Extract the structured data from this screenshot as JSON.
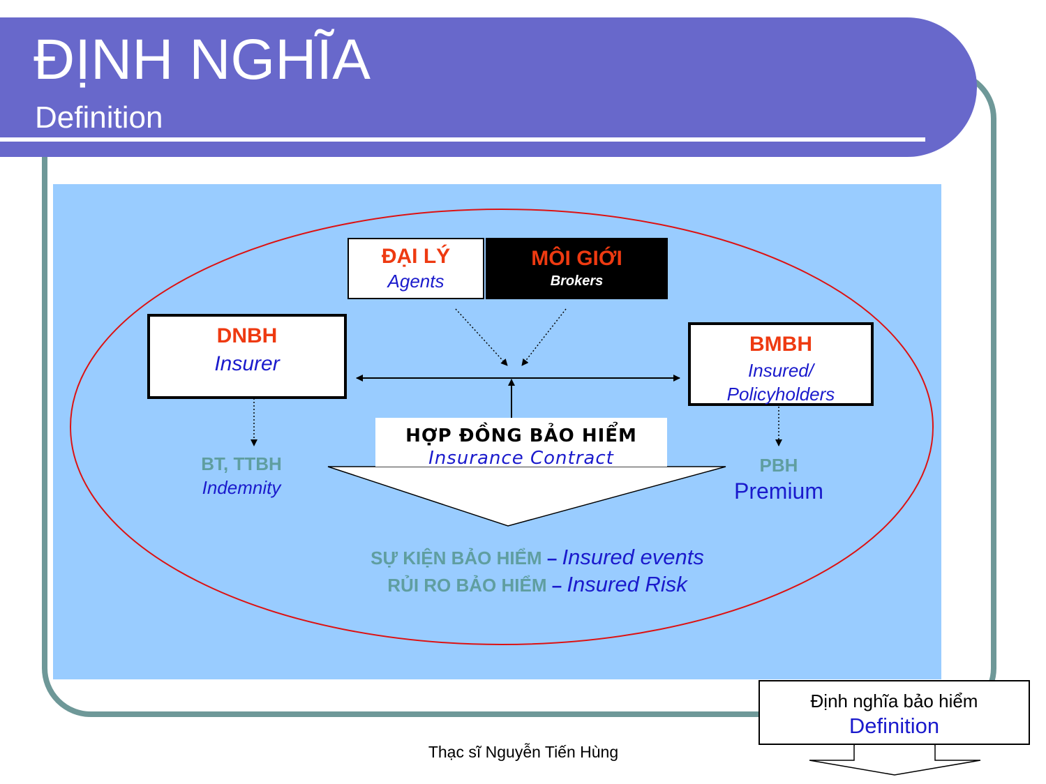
{
  "header": {
    "title": "ĐỊNH NGHĨA",
    "subtitle": "Definition"
  },
  "diagram": {
    "agents": {
      "vi": "ĐẠI LÝ",
      "en": "Agents"
    },
    "brokers": {
      "vi": "MÔI GIỚI",
      "en": "Brokers"
    },
    "insurer": {
      "vi": "DNBH",
      "en": "Insurer"
    },
    "insured": {
      "vi": "BMBH",
      "en_line1": "Insured/",
      "en_line2": "Policyholders"
    },
    "contract": {
      "vi": "HỢP ĐỒNG BẢO HIỂM",
      "en": "Insurance Contract"
    },
    "indemnity": {
      "vi": "BT, TTBH",
      "en": "Indemnity"
    },
    "premium": {
      "vi": "PBH",
      "en": "Premium"
    },
    "events": {
      "vi": "SỰ KIỆN BẢO HIỂM",
      "sep": " – ",
      "en": "Insured events"
    },
    "risk": {
      "vi": "RỦI RO BẢO HIỂM",
      "sep": " – ",
      "en": "Insured Risk"
    }
  },
  "footer": {
    "nav_vi": "Định nghĩa bảo hiểm",
    "nav_en": "Definition",
    "author": "Thạc sĩ Nguyễn Tiến Hùng"
  },
  "colors": {
    "header": "#6868cb",
    "frame": "#6e9898",
    "canvas": "#99ccff",
    "ellipse": "#dd1111",
    "label_red": "#ee3a11",
    "label_blue": "#1a1acc",
    "label_teal": "#5f9ea0"
  }
}
